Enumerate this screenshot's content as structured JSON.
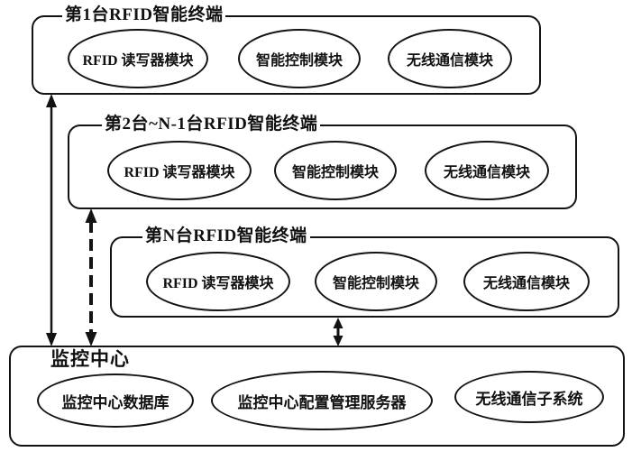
{
  "diagram": {
    "background_color": "#ffffff",
    "stroke_color": "#131313",
    "groups": [
      {
        "id": "terminal-1",
        "title": "第1台RFID智能终端",
        "modules": [
          "RFID 读写器模块",
          "智能控制模块",
          "无线通信模块"
        ]
      },
      {
        "id": "terminal-2-to-n-1",
        "title": "第2台~N-1台RFID智能终端",
        "modules": [
          "RFID 读写器模块",
          "智能控制模块",
          "无线通信模块"
        ]
      },
      {
        "id": "terminal-n",
        "title": "第N台RFID智能终端",
        "modules": [
          "RFID 读写器模块",
          "智能控制模块",
          "无线通信模块"
        ]
      },
      {
        "id": "monitoring-center",
        "title": "监控中心",
        "modules": [
          "监控中心数据库",
          "监控中心配置管理服务器",
          "无线通信子系统"
        ]
      }
    ],
    "connectors": [
      {
        "from": "terminal-1",
        "to": "monitoring-center",
        "style": "solid",
        "arrows": "both"
      },
      {
        "from": "terminal-2-to-n-1",
        "to": "monitoring-center",
        "style": "dashed",
        "arrows": "both"
      },
      {
        "from": "terminal-n",
        "to": "monitoring-center",
        "style": "solid",
        "arrows": "both"
      }
    ]
  }
}
